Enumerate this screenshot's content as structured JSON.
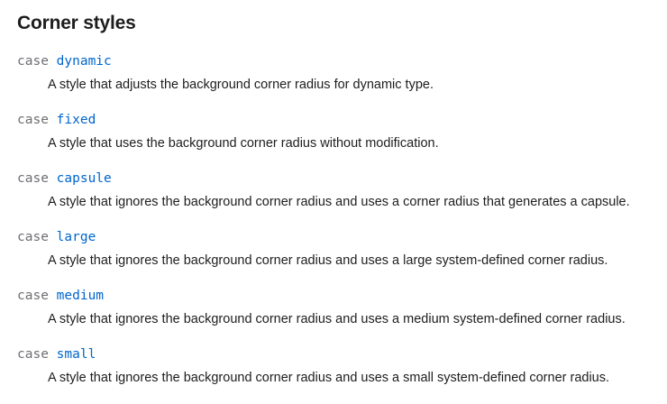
{
  "section": {
    "title": "Corner styles"
  },
  "keyword": "case",
  "cases": [
    {
      "name": "dynamic",
      "description": "A style that adjusts the background corner radius for dynamic type."
    },
    {
      "name": "fixed",
      "description": "A style that uses the background corner radius without modification."
    },
    {
      "name": "capsule",
      "description": "A style that ignores the background corner radius and uses a corner radius that generates a capsule."
    },
    {
      "name": "large",
      "description": "A style that ignores the background corner radius and uses a large system-defined corner radius."
    },
    {
      "name": "medium",
      "description": "A style that ignores the background corner radius and uses a medium system-defined corner radius."
    },
    {
      "name": "small",
      "description": "A style that ignores the background corner radius and uses a small system-defined corner radius."
    }
  ],
  "colors": {
    "keyword": "#6e6e73",
    "symbol_link": "#0066cc",
    "text": "#1d1d1f"
  }
}
